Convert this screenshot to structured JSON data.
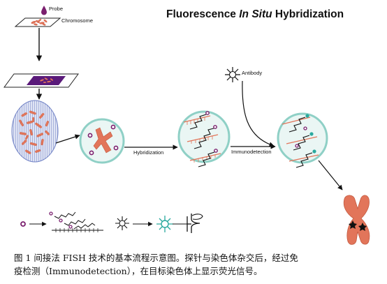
{
  "title": {
    "part1": "Fluorescence ",
    "part2": "In Situ",
    "part3": " Hybridization"
  },
  "labels": {
    "probe": "Probe",
    "chromosome": "Chromosome",
    "antibody": "Antibody",
    "hybridization": "Hybridization",
    "immunodetection": "Immunodetection"
  },
  "caption": {
    "line1": "图 1 间接法 FISH 技术的基本流程示意图。探针与染色体杂交后，经过免",
    "line2": "疫检测（Immunodetection），在目标染色体上显示荧光信号。"
  },
  "colors": {
    "probe": "#7a1f6e",
    "chromosome": "#e2755a",
    "slide_purple": "#5a1a7a",
    "nucleus_bg": "#ccd6ee",
    "antibody_signal": "#2aa99e",
    "circle_bg": "#eaf6f4",
    "circle_edge": "#8fd0c6"
  }
}
